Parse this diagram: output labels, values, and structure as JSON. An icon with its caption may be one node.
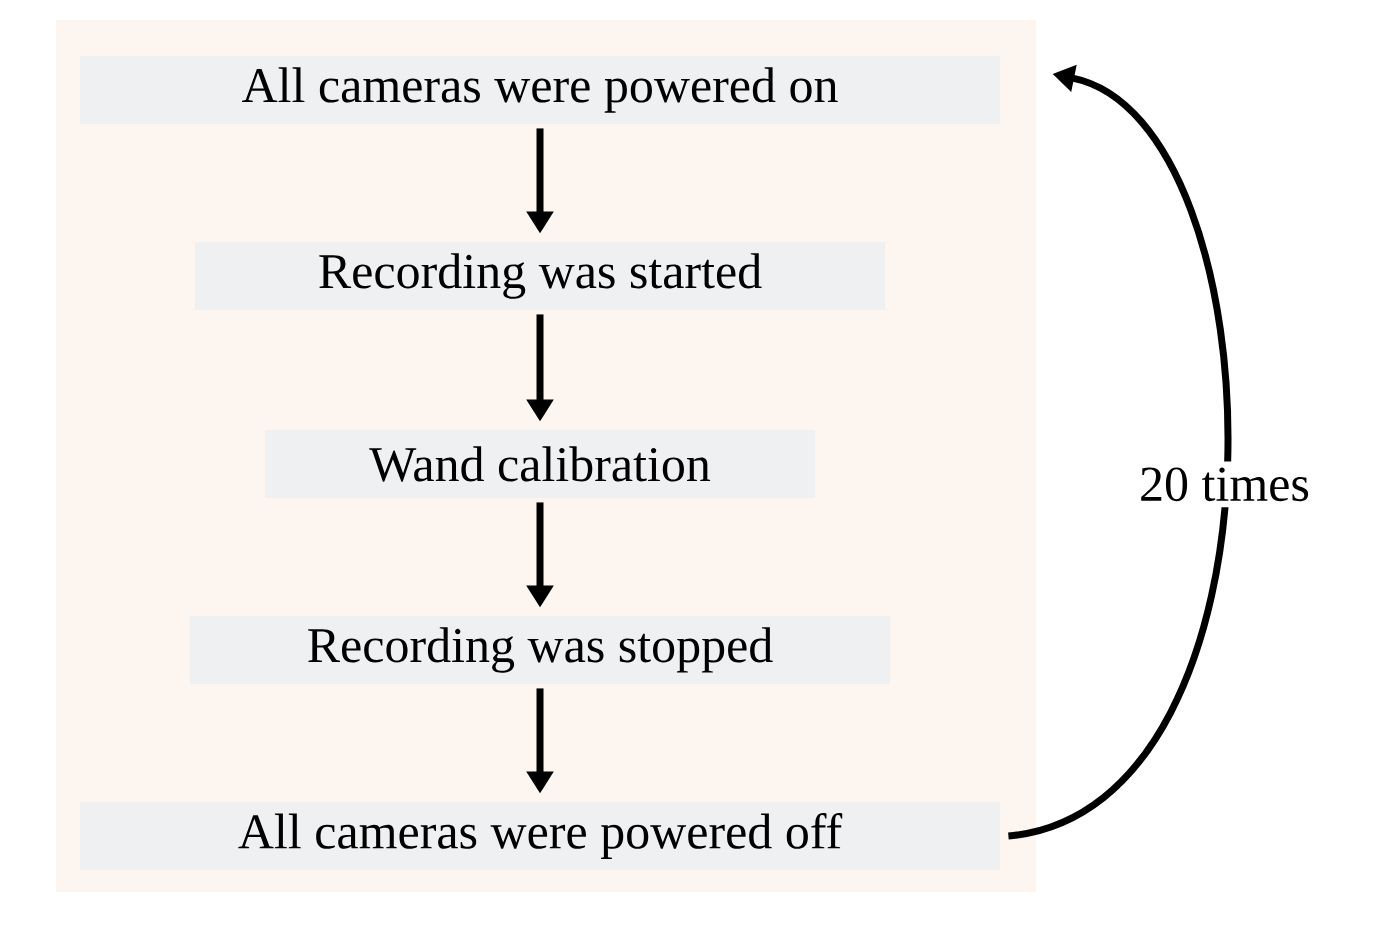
{
  "diagram": {
    "nodes": [
      {
        "text": [
          "All cameras were powered on"
        ]
      },
      {
        "text": [
          "Recording was started"
        ]
      },
      {
        "text": [
          "Wand calibration"
        ]
      },
      {
        "text": [
          "Recording was stopped"
        ]
      },
      {
        "text": [
          "All cameras were powered off"
        ]
      }
    ],
    "edges": [
      {
        "from": 0,
        "to": 1,
        "arrow": "to"
      },
      {
        "from": 1,
        "to": 2,
        "arrow": "to"
      },
      {
        "from": 2,
        "to": 3,
        "arrow": "to"
      },
      {
        "from": 3,
        "to": 4,
        "arrow": "to"
      },
      {
        "from": 4,
        "to": 0,
        "arrow": "to",
        "label": "20 times"
      }
    ]
  }
}
